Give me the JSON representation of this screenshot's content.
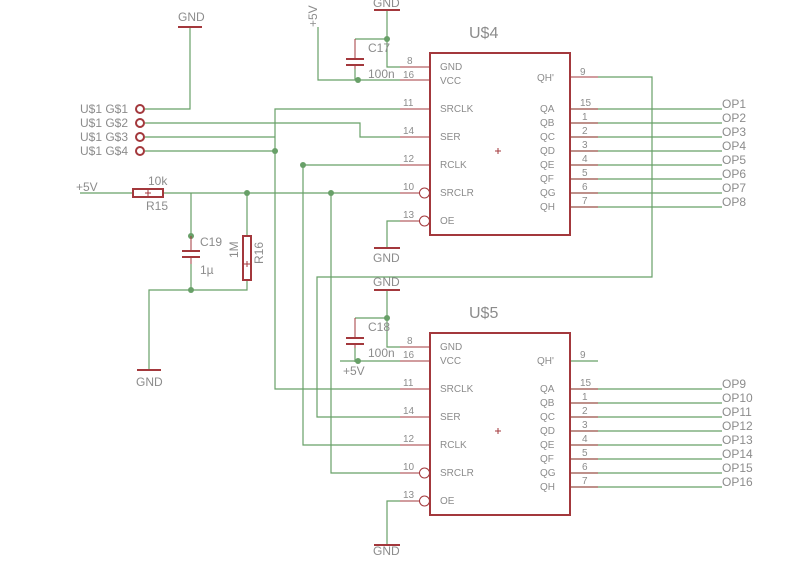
{
  "schematic": {
    "chip_u4": {
      "title": "U$4",
      "left_pins": [
        {
          "num": "8",
          "name": "GND"
        },
        {
          "num": "16",
          "name": "VCC"
        },
        {
          "num": "11",
          "name": "SRCLK"
        },
        {
          "num": "14",
          "name": "SER"
        },
        {
          "num": "12",
          "name": "RCLK"
        },
        {
          "num": "10",
          "name": "SRCLR"
        },
        {
          "num": "13",
          "name": "OE"
        }
      ],
      "right_pins": [
        {
          "num": "9",
          "name": "QH'"
        },
        {
          "num": "15",
          "name": "QA"
        },
        {
          "num": "1",
          "name": "QB"
        },
        {
          "num": "2",
          "name": "QC"
        },
        {
          "num": "3",
          "name": "QD"
        },
        {
          "num": "4",
          "name": "QE"
        },
        {
          "num": "5",
          "name": "QF"
        },
        {
          "num": "6",
          "name": "QG"
        },
        {
          "num": "7",
          "name": "QH"
        }
      ],
      "outputs": [
        "OP1",
        "OP2",
        "OP3",
        "OP4",
        "OP5",
        "OP6",
        "OP7",
        "OP8"
      ],
      "cap_name": "C17",
      "cap_value": "100n"
    },
    "chip_u5": {
      "title": "U$5",
      "left_pins": [
        {
          "num": "8",
          "name": "GND"
        },
        {
          "num": "16",
          "name": "VCC"
        },
        {
          "num": "11",
          "name": "SRCLK"
        },
        {
          "num": "14",
          "name": "SER"
        },
        {
          "num": "12",
          "name": "RCLK"
        },
        {
          "num": "10",
          "name": "SRCLR"
        },
        {
          "num": "13",
          "name": "OE"
        }
      ],
      "right_pins": [
        {
          "num": "9",
          "name": "QH'"
        },
        {
          "num": "15",
          "name": "QA"
        },
        {
          "num": "1",
          "name": "QB"
        },
        {
          "num": "2",
          "name": "QC"
        },
        {
          "num": "3",
          "name": "QD"
        },
        {
          "num": "4",
          "name": "QE"
        },
        {
          "num": "5",
          "name": "QF"
        },
        {
          "num": "6",
          "name": "QG"
        },
        {
          "num": "7",
          "name": "QH"
        }
      ],
      "outputs": [
        "OP9",
        "OP10",
        "OP11",
        "OP12",
        "OP13",
        "OP14",
        "OP15",
        "OP16"
      ],
      "cap_name": "C18",
      "cap_value": "100n"
    },
    "connectors": [
      "U$1 G$1",
      "U$1 G$2",
      "U$1 G$3",
      "U$1 G$4"
    ],
    "r15": {
      "name": "R15",
      "value": "10k"
    },
    "r16": {
      "name": "R16",
      "value": "1M"
    },
    "c19": {
      "name": "C19",
      "value": "1µ"
    },
    "gnd_label": "GND",
    "vcc_label": "+5V",
    "colors": {
      "wire": "#68a068",
      "symbol": "#a3383c",
      "text": "#8c8c8c"
    }
  }
}
